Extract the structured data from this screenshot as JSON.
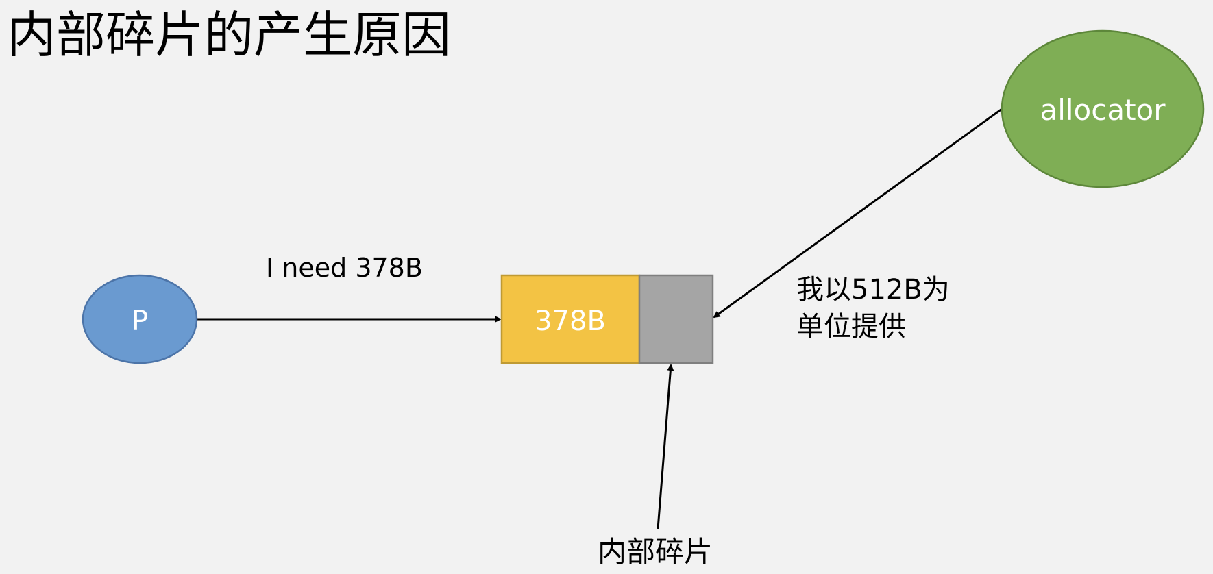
{
  "title": "内部碎片的产生原因",
  "nodes": {
    "process": {
      "label": "P",
      "fill": "#6a9ad0",
      "stroke": "#4c74a8"
    },
    "allocator": {
      "label": "allocator",
      "fill": "#7fae55",
      "stroke": "#5d873a"
    }
  },
  "block": {
    "used_label": "378B",
    "used_fill": "#f3c344",
    "used_stroke": "#bf9a33",
    "waste_fill": "#a5a5a5",
    "waste_stroke": "#7f7f7f"
  },
  "labels": {
    "request": "I need 378B",
    "provide_line1": "我以512B为",
    "provide_line2": "单位提供",
    "fragment": "内部碎片"
  },
  "colors": {
    "background": "#f2f2f2",
    "arrow": "#000000",
    "text_dark": "#000000",
    "text_light": "#ffffff"
  }
}
